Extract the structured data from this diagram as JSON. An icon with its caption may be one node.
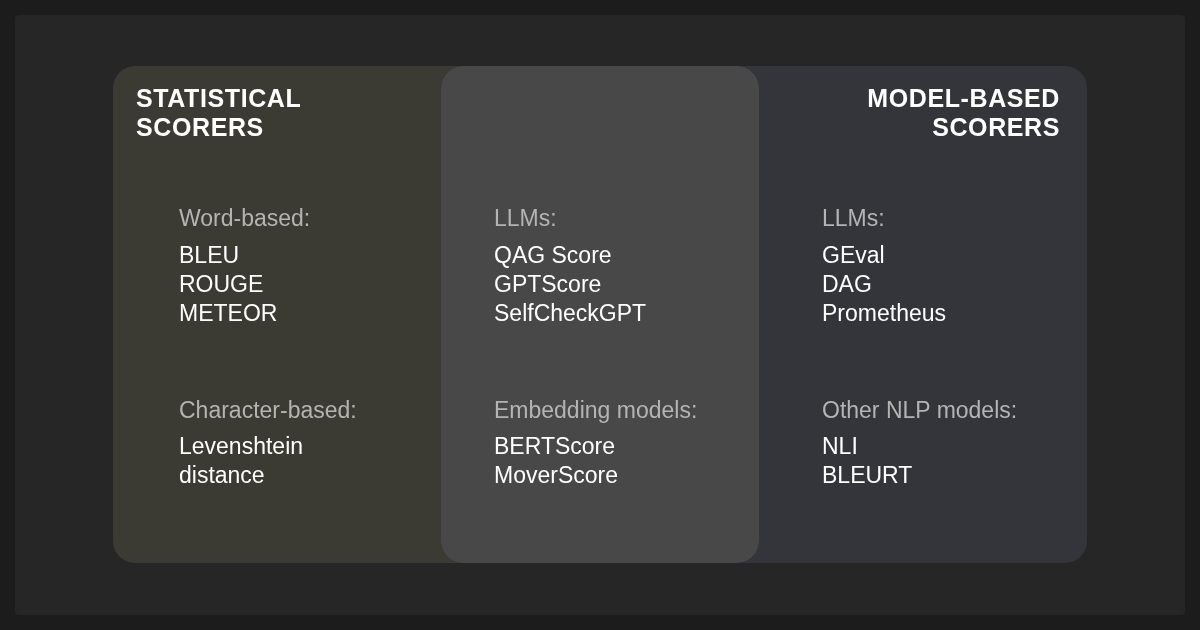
{
  "diagram": {
    "nodes": [
      {
        "text": [
          "STATISTICAL SCORERS",
          "Word-based:",
          "BLEU",
          "ROUGE",
          "METEOR",
          "Character-based:",
          "Levenshtein distance"
        ]
      },
      {
        "text": [
          "LLMs:",
          "QAG Score",
          "GPTScore",
          "SelfCheckGPT",
          "Embedding models:",
          "BERTScore",
          "MoverScore"
        ]
      },
      {
        "text": [
          "MODEL-BASED SCORERS",
          "LLMs:",
          "GEval",
          "DAG",
          "Prometheus",
          "Other NLP models:",
          "NLI",
          "BLEURT"
        ]
      }
    ]
  }
}
